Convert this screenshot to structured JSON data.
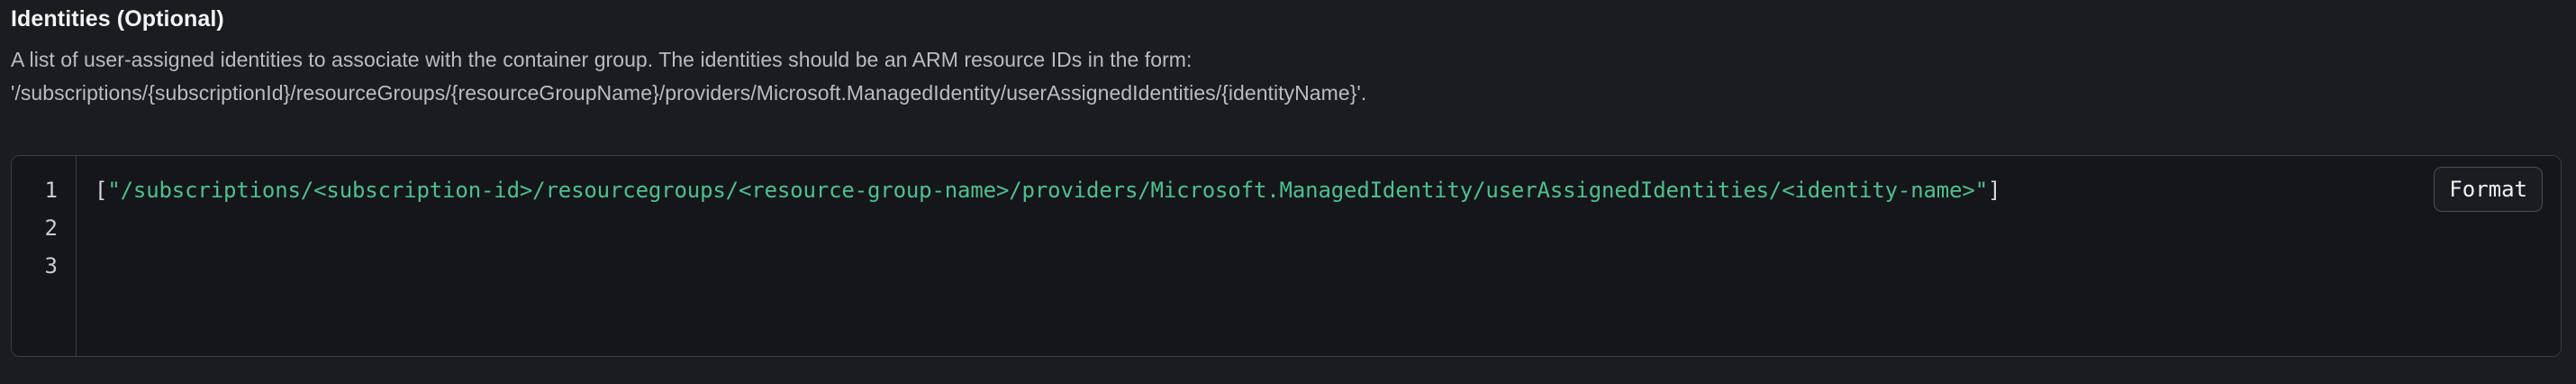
{
  "field": {
    "label": "Identities (Optional)",
    "description_lines": [
      "A list of user-assigned identities to associate with the container group. The identities should be an ARM resource IDs in the form:",
      "'/subscriptions/{subscriptionId}/resourceGroups/{resourceGroupName}/providers/Microsoft.ManagedIdentity/userAssignedIdentities/{identityName}'."
    ]
  },
  "editor": {
    "line_numbers": [
      "1",
      "2",
      "3"
    ],
    "code_value": "[\"/subscriptions/<subscription-id>/resourcegroups/<resource-group-name>/providers/Microsoft.ManagedIdentity/userAssignedIdentities/<identity-name>\"]",
    "tokens": {
      "open_bracket": "[",
      "string": "\"/subscriptions/<subscription-id>/resourcegroups/<resource-group-name>/providers/Microsoft.ManagedIdentity/userAssignedIdentities/<identity-name>\"",
      "close_bracket": "]"
    },
    "format_button_label": "Format"
  },
  "colors": {
    "background": "#1b1c20",
    "editor_background": "#15161a",
    "border": "#3a3d44",
    "label_text": "#f2f3f5",
    "description_text": "#b9bcc2",
    "line_number_text": "#c9ccd1",
    "string_token": "#4ec08f",
    "punctuation_token": "#d6d8dd",
    "button_text": "#f0f1f4",
    "button_border": "#4a4d55"
  }
}
